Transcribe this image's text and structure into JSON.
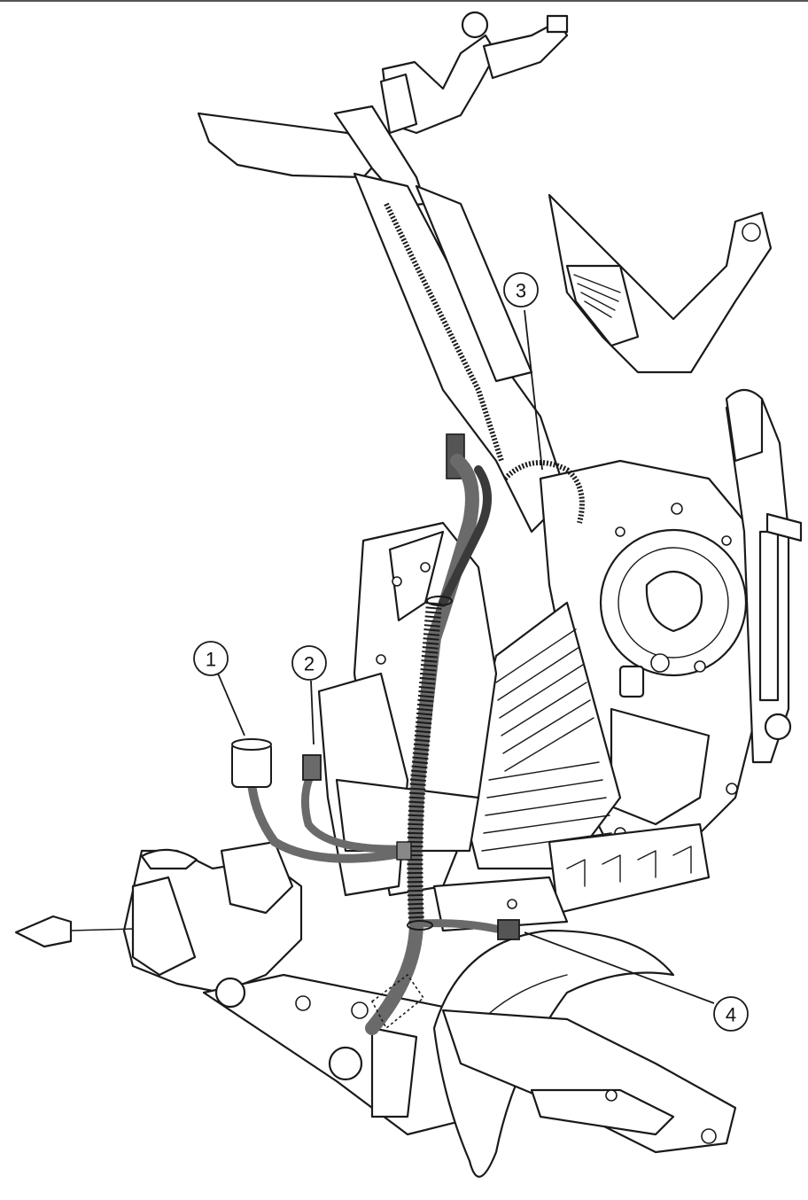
{
  "callouts": [
    {
      "label": "1"
    },
    {
      "label": "2"
    },
    {
      "label": "3"
    },
    {
      "label": "4"
    }
  ],
  "colors": {
    "line": "#1a1a1a",
    "harness": "#5a5a5a",
    "harness_dark": "#2e2e2e",
    "background": "#ffffff"
  }
}
